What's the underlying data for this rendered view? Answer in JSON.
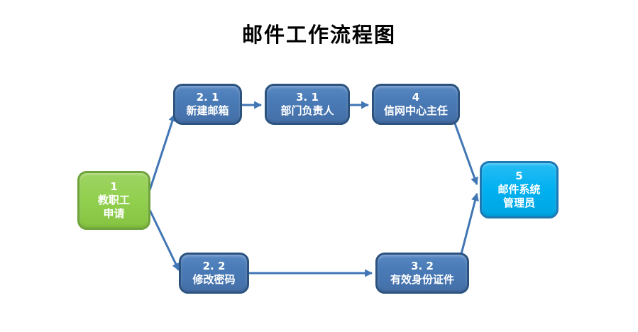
{
  "title": "邮件工作流程图",
  "colors": {
    "title": "#000000",
    "text": "#FFFFFF",
    "green_fill": "#92D050",
    "green_border": "#6FA33C",
    "blue_fill": "#4A7CB8",
    "blue_border": "#2C5380",
    "cyan_fill": "#00B0F0",
    "cyan_border": "#1E78B4",
    "arrow": "#4176B5"
  },
  "nodes": {
    "staff": {
      "number": "1",
      "line1": "教职工",
      "line2": "申请"
    },
    "newMailbox": {
      "number": "2. 1",
      "line1": "新建邮箱"
    },
    "deptHead": {
      "number": "3. 1",
      "line1": "部门负责人"
    },
    "centerDirector": {
      "number": "4",
      "line1": "信网中心主任"
    },
    "changePassword": {
      "number": "2. 2",
      "line1": "修改密码"
    },
    "validId": {
      "number": "3. 2",
      "line1": "有效身份证件"
    },
    "admin": {
      "number": "5",
      "line1": "邮件系统",
      "line2": "管理员"
    }
  },
  "edges": [
    {
      "from": "1 教职工申请",
      "to": "2.1 新建邮箱"
    },
    {
      "from": "1 教职工申请",
      "to": "2.2 修改密码"
    },
    {
      "from": "2.1 新建邮箱",
      "to": "3.1 部门负责人"
    },
    {
      "from": "3.1 部门负责人",
      "to": "4 信网中心主任"
    },
    {
      "from": "2.2 修改密码",
      "to": "3.2 有效身份证件"
    },
    {
      "from": "4 信网中心主任",
      "to": "5 邮件系统管理员"
    },
    {
      "from": "3.2 有效身份证件",
      "to": "5 邮件系统管理员"
    }
  ]
}
